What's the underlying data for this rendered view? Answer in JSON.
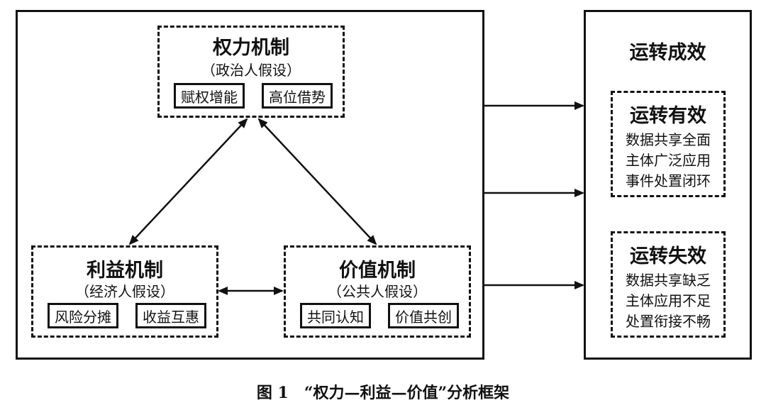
{
  "power": {
    "title": "权力机制",
    "subtitle": "（政治人假设）",
    "items": [
      "赋权增能",
      "高位借势"
    ]
  },
  "interest": {
    "title": "利益机制",
    "subtitle": "（经济人假设）",
    "items": [
      "风险分摊",
      "收益互惠"
    ]
  },
  "value": {
    "title": "价值机制",
    "subtitle": "（公共人假设）",
    "items": [
      "共同认知",
      "价值共创"
    ]
  },
  "outcome": {
    "title": "运转成效",
    "effective": {
      "title": "运转有效",
      "lines": [
        "数据共享全面",
        "主体广泛应用",
        "事件处置闭环"
      ]
    },
    "ineffective": {
      "title": "运转失效",
      "lines": [
        "数据共享缺乏",
        "主体应用不足",
        "处置衔接不畅"
      ]
    }
  },
  "caption": "图 1　“权力—利益—价值”分析框架"
}
